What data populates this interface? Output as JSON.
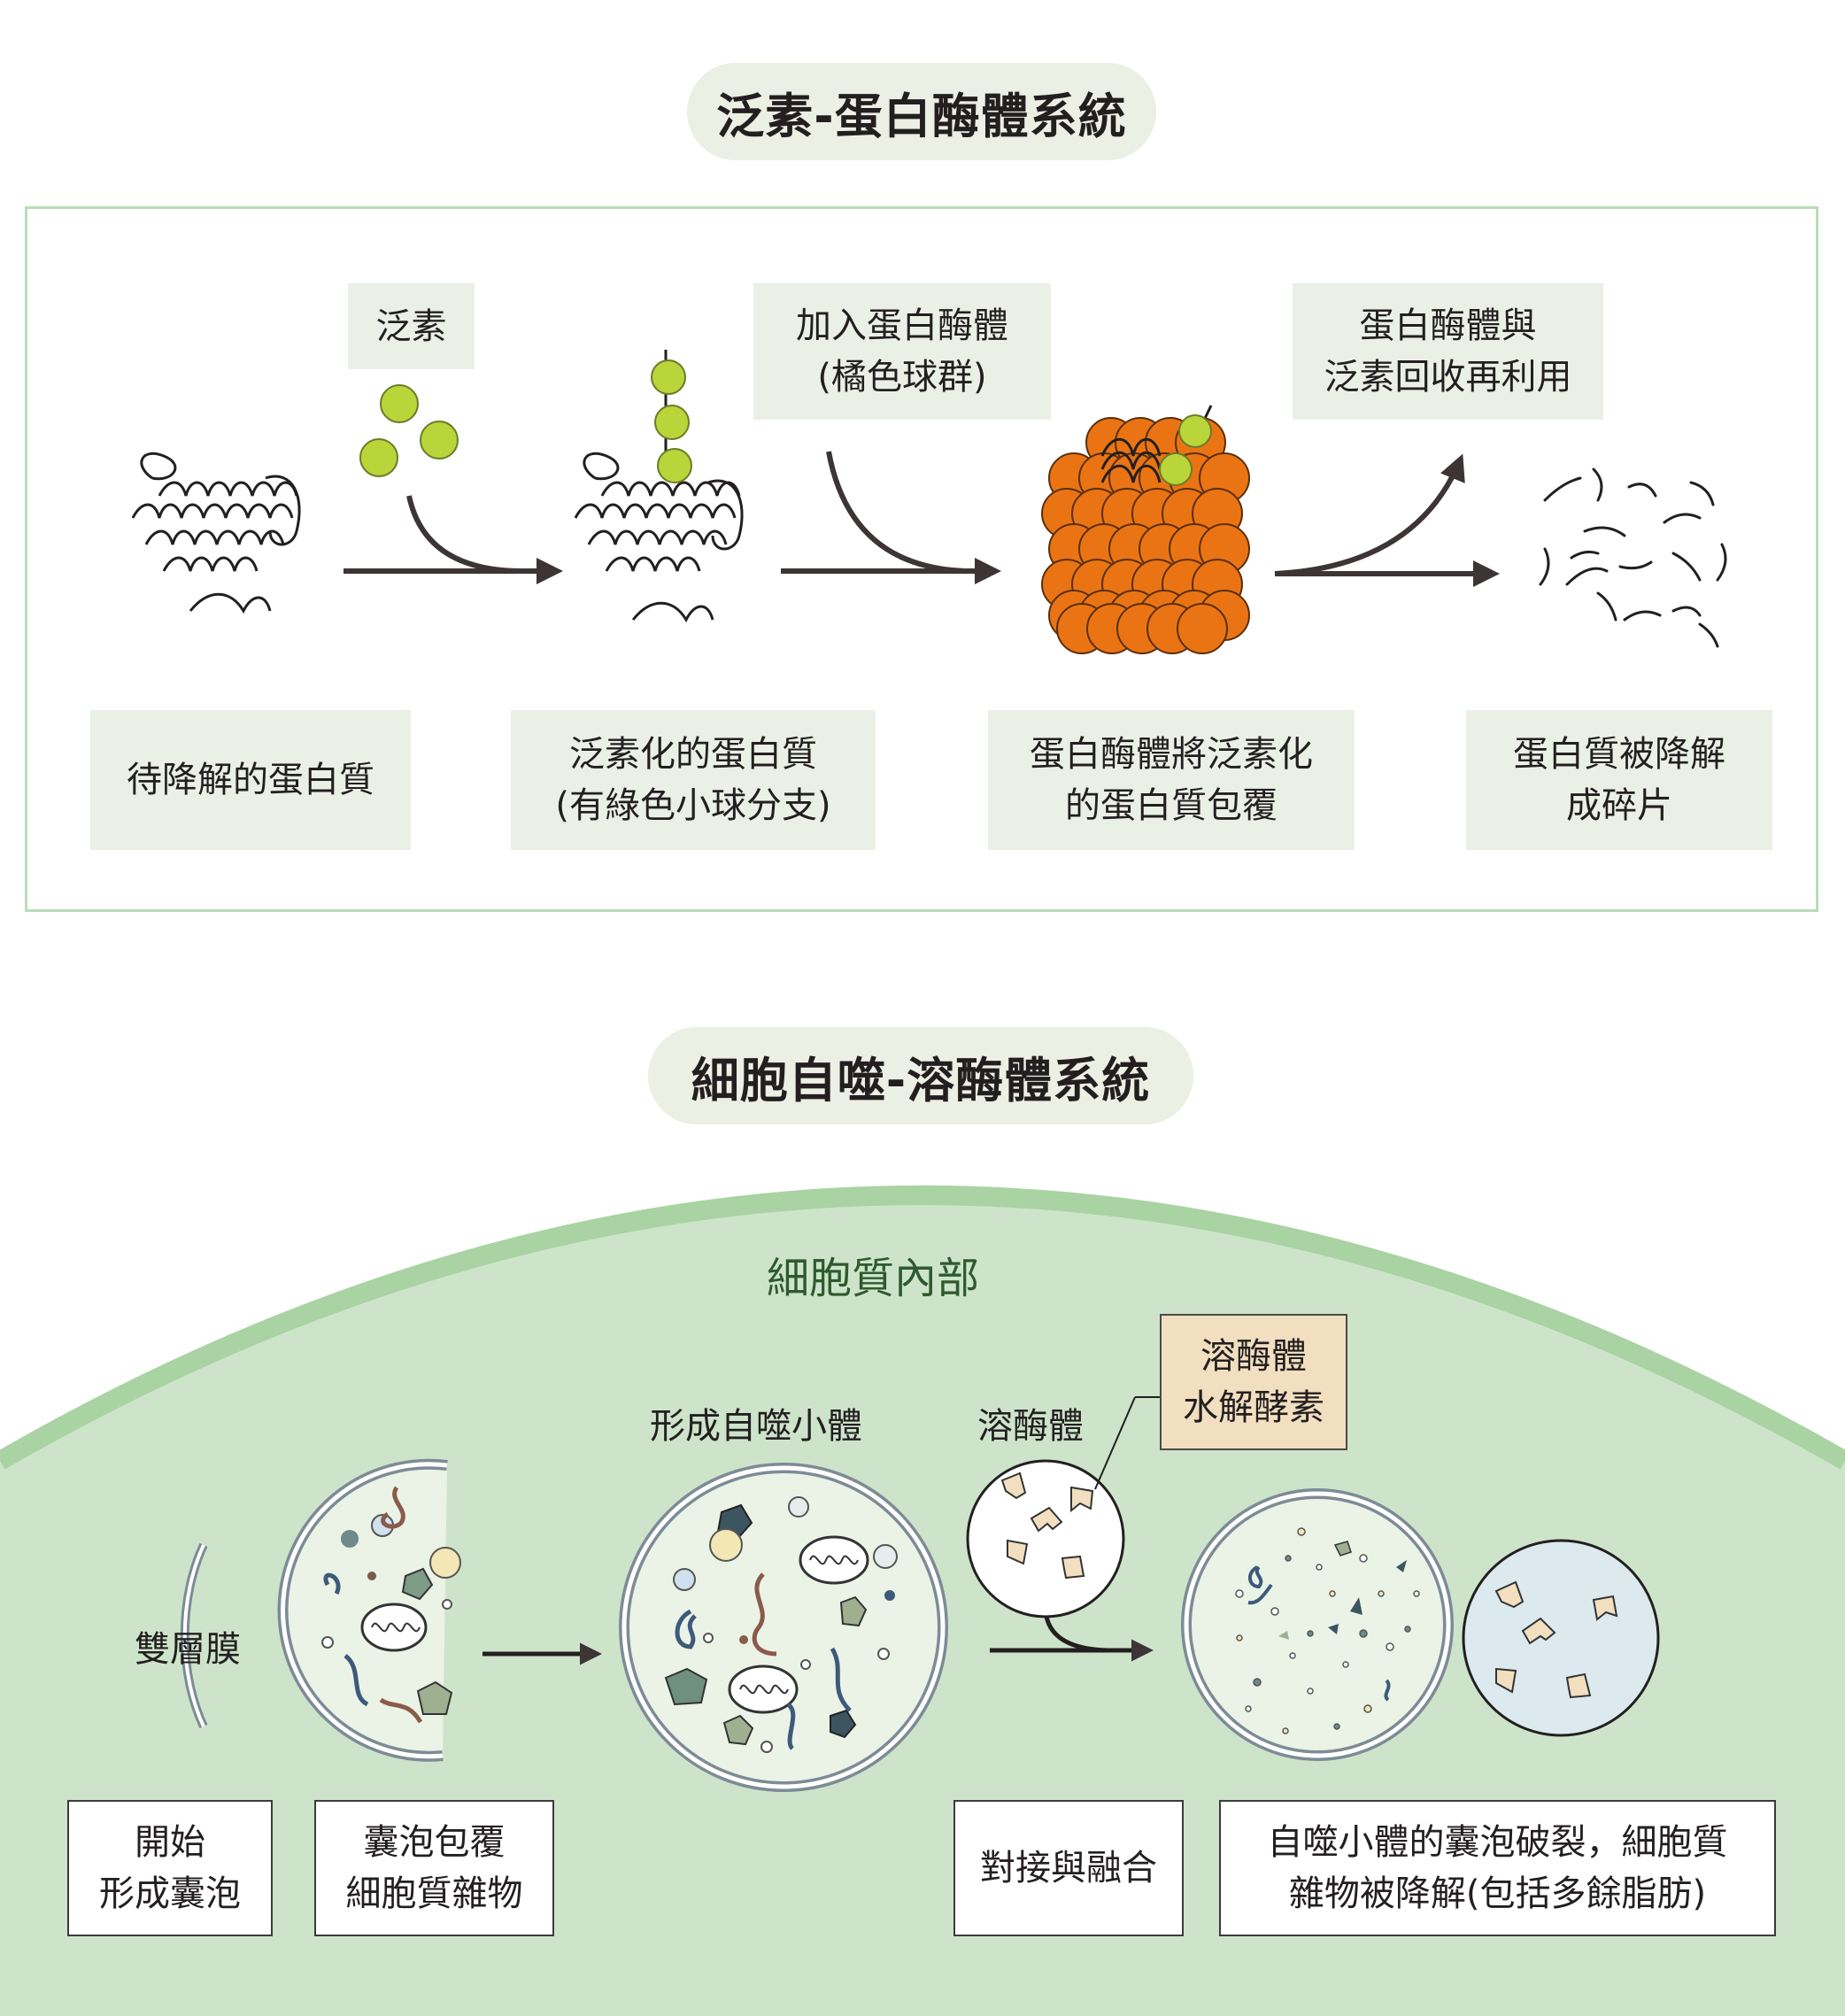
{
  "top": {
    "title": "泛素-蛋白酶體系統",
    "ubiquitin_label": "泛素",
    "add_proteasome_label": "加入蛋白酶體\n(橘色球群)",
    "recycle_label": "蛋白酶體與\n泛素回收再利用",
    "steps": [
      "待降解的蛋白質",
      "泛素化的蛋白質\n(有綠色小球分支)",
      "蛋白酶體將泛素化\n的蛋白質包覆",
      "蛋白質被降解\n成碎片"
    ],
    "colors": {
      "ubiquitin": "#b9d53a",
      "proteasome": "#ea7414",
      "arrow": "#3d3535"
    }
  },
  "bottom": {
    "title": "細胞自噬-溶酶體系統",
    "cytoplasm_label": "細胞質內部",
    "membrane_label": "雙層膜",
    "autophagosome_label": "形成自噬小體",
    "lysosome_label": "溶酶體",
    "enzyme_label": "溶酶體\n水解酵素",
    "steps": [
      "開始\n形成囊泡",
      "囊泡包覆\n細胞質雜物",
      "對接與融合",
      "自噬小體的囊泡破裂，細胞質\n雜物被降解(包括多餘脂肪)"
    ],
    "colors": {
      "cytoplasm": "#cde4ca",
      "cytoplasm_edge": "#a9d3a2",
      "enzyme": "#f2dfc0",
      "lysosome_fused": "#dce9ef"
    }
  }
}
